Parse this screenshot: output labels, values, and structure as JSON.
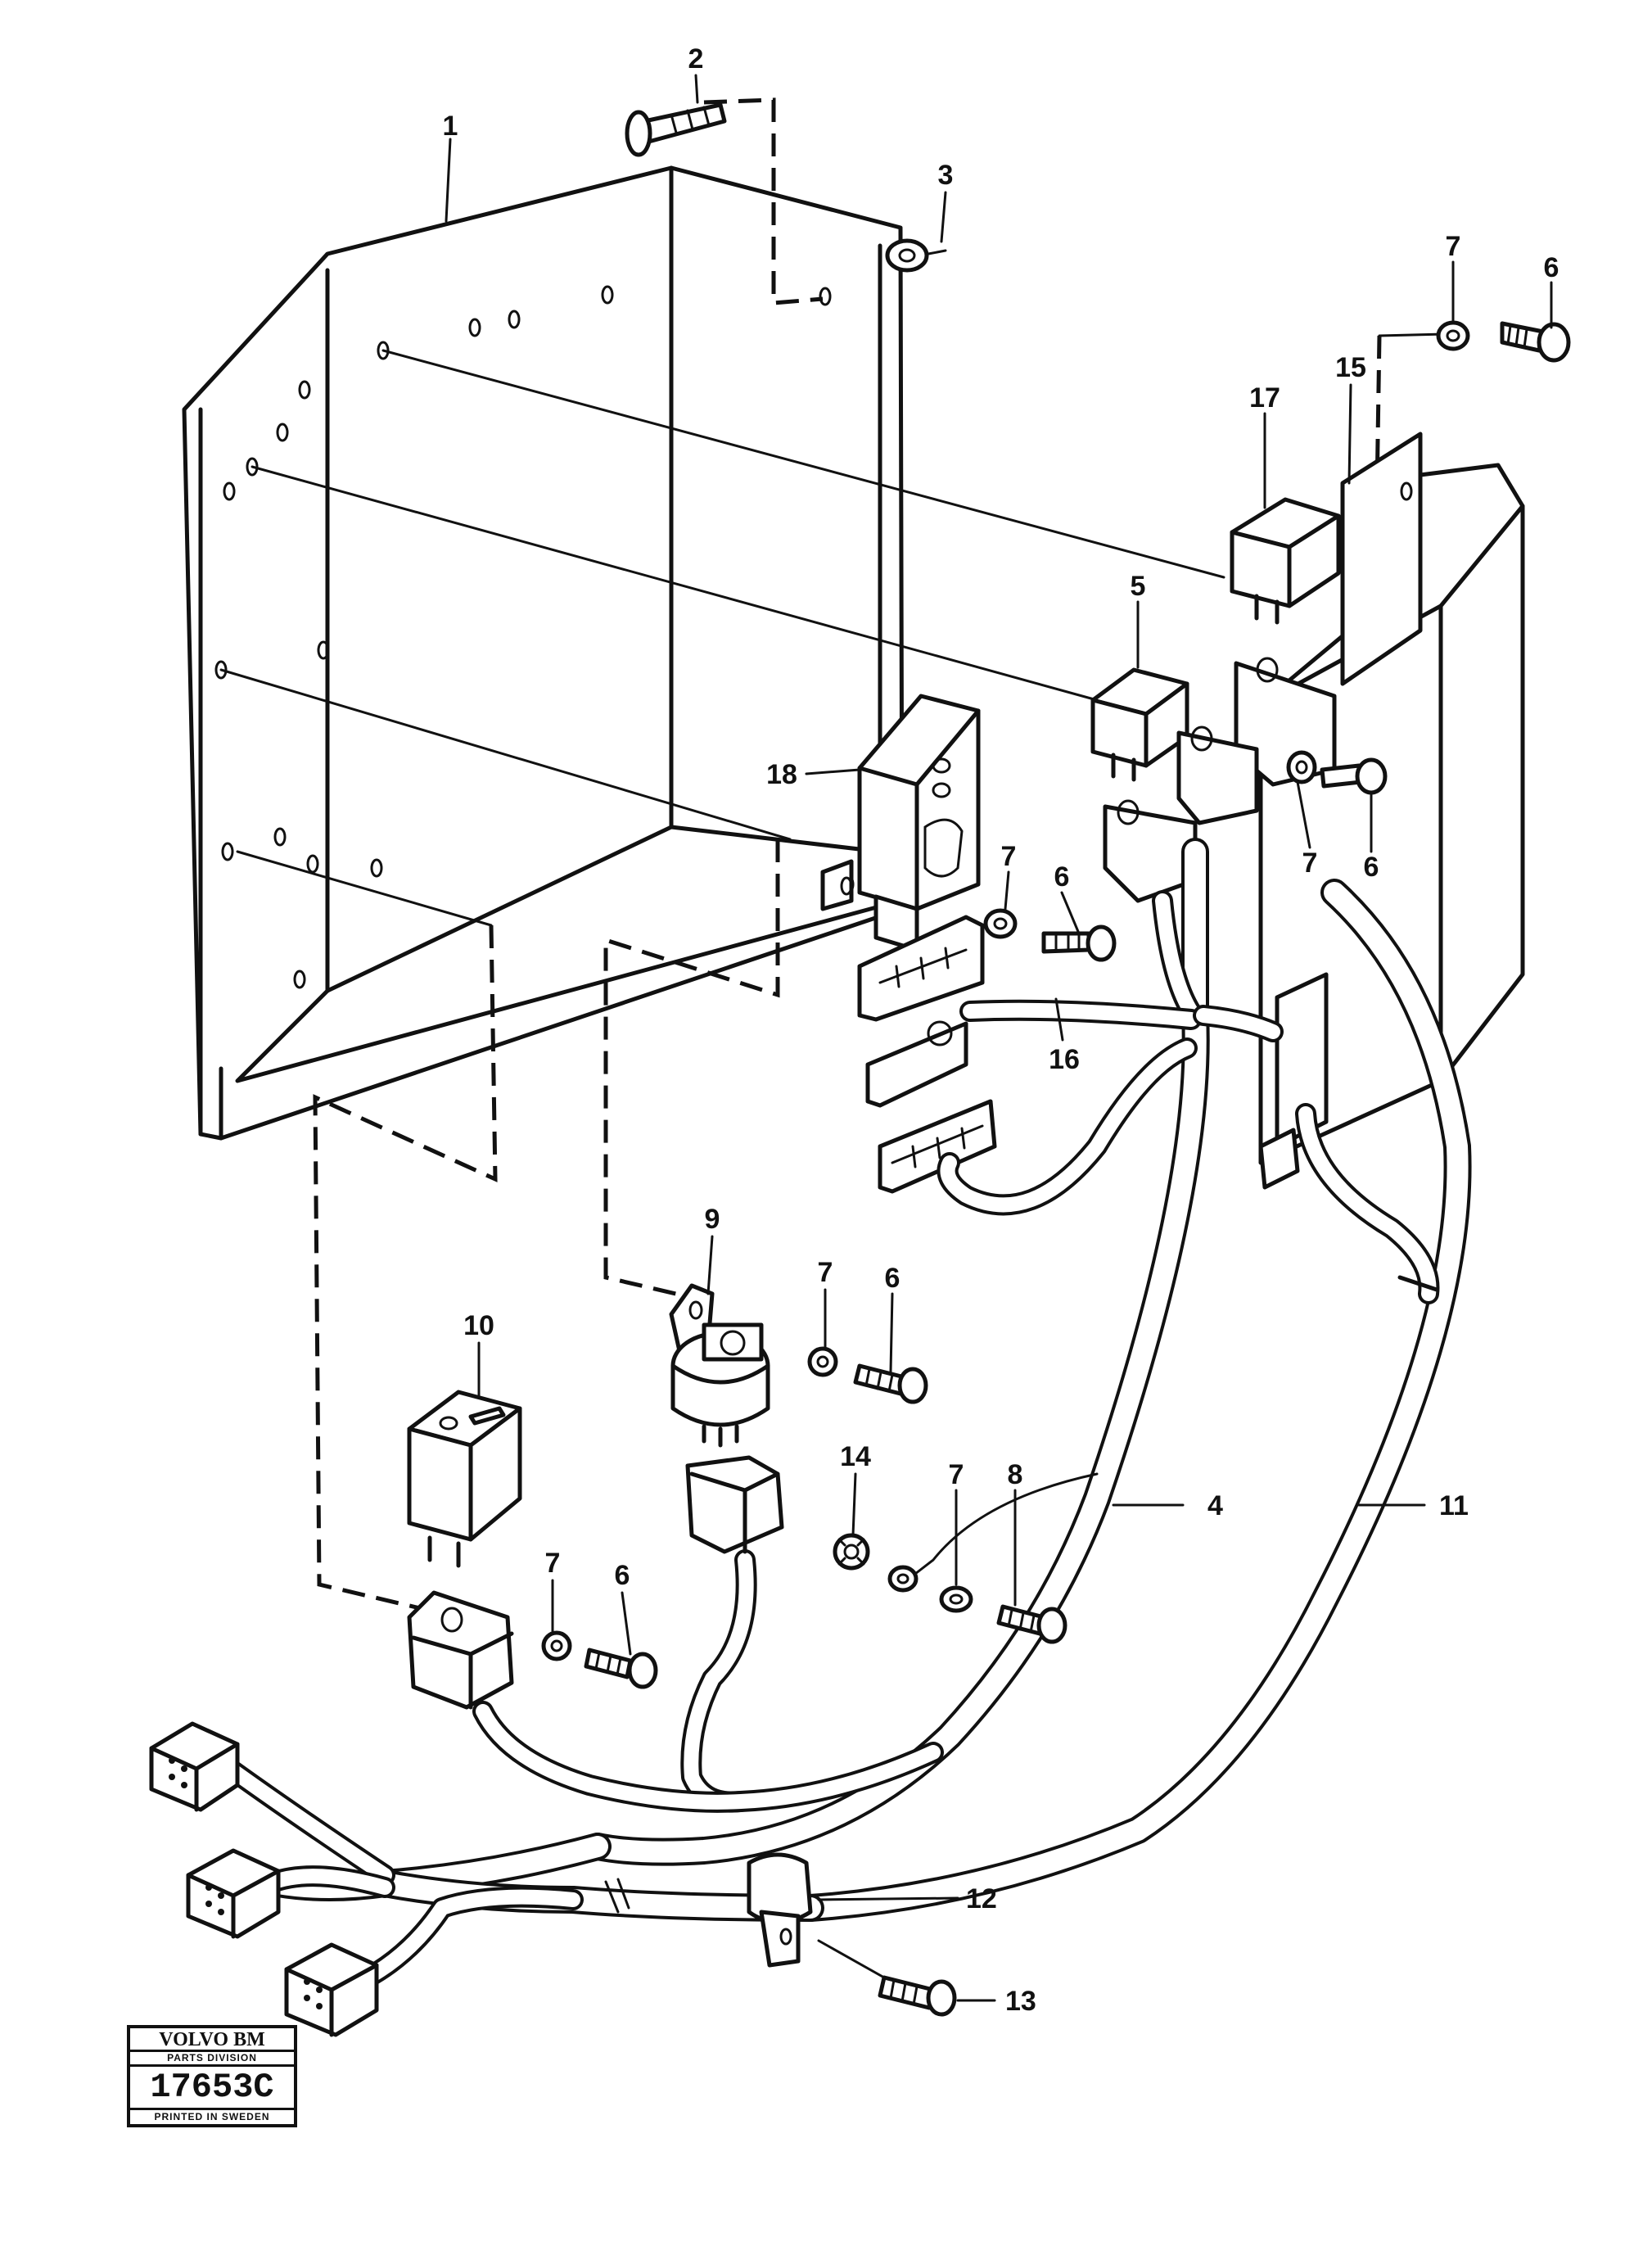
{
  "callouts": {
    "c1": "1",
    "c2": "2",
    "c3": "3",
    "c4": "4",
    "c5": "5",
    "c6a": "6",
    "c6b": "6",
    "c6c": "6",
    "c6d": "6",
    "c6e": "6",
    "c7a": "7",
    "c7b": "7",
    "c7c": "7",
    "c7d": "7",
    "c7e": "7",
    "c7f": "7",
    "c8": "8",
    "c9": "9",
    "c10": "10",
    "c11": "11",
    "c12": "12",
    "c13": "13",
    "c14": "14",
    "c15": "15",
    "c16": "16",
    "c17": "17",
    "c18": "18"
  },
  "stamp": {
    "brand": "VOLVO BM",
    "division": "PARTS DIVISION",
    "number": "17653C",
    "printed": "PRINTED IN SWEDEN"
  }
}
